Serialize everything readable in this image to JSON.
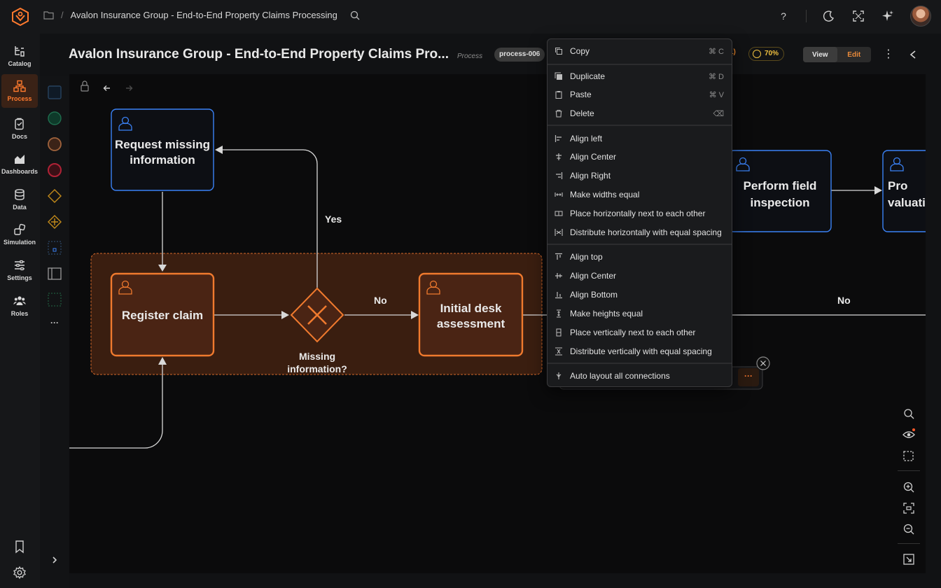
{
  "topbar": {
    "breadcrumb_title": "Avalon Insurance Group - End-to-End Property Claims Processing"
  },
  "nav": {
    "items": [
      {
        "label": "Catalog"
      },
      {
        "label": "Process"
      },
      {
        "label": "Docs"
      },
      {
        "label": "Dashboards"
      },
      {
        "label": "Data"
      },
      {
        "label": "Simulation"
      },
      {
        "label": "Settings"
      },
      {
        "label": "Roles"
      }
    ]
  },
  "header": {
    "title": "Avalon Insurance Group - End-to-End Property Claims Pro...",
    "type_label": "Process",
    "process_id": "process-006",
    "score_partial": "1)",
    "score_percent": "70%",
    "view_label": "View",
    "edit_label": "Edit"
  },
  "diagram": {
    "nodes": {
      "request_missing": "Request missing information",
      "register_claim": "Register claim",
      "gateway_label": "Missing information?",
      "initial_desk": "Initial desk assessment",
      "field_inspection": "Perform field inspection",
      "partial_node": "Pro valuati"
    },
    "edge_labels": {
      "yes": "Yes",
      "no_1": "No",
      "no_2": "No"
    },
    "toolbar_more": "···"
  },
  "context_menu": {
    "items": [
      {
        "label": "Copy",
        "shortcut": "⌘ C"
      },
      {
        "label": "Duplicate",
        "shortcut": "⌘ D"
      },
      {
        "label": "Paste",
        "shortcut": "⌘ V"
      },
      {
        "label": "Delete",
        "shortcut": "⌫"
      },
      {
        "label": "Align left"
      },
      {
        "label": "Align Center"
      },
      {
        "label": "Align Right"
      },
      {
        "label": "Make widths equal"
      },
      {
        "label": "Place horizontally next to each other"
      },
      {
        "label": "Distribute horizontally with equal spacing"
      },
      {
        "label": "Align top"
      },
      {
        "label": "Align Center"
      },
      {
        "label": "Align Bottom"
      },
      {
        "label": "Make heights equal"
      },
      {
        "label": "Place vertically next to each other"
      },
      {
        "label": "Distribute vertically with equal spacing"
      },
      {
        "label": "Auto layout all connections"
      }
    ]
  },
  "colors": {
    "accent": "#ff7a2e",
    "task_blue": "#3b82f6",
    "canvas_bg": "#0b0b0c",
    "lane_fill": "#3a1e10"
  }
}
